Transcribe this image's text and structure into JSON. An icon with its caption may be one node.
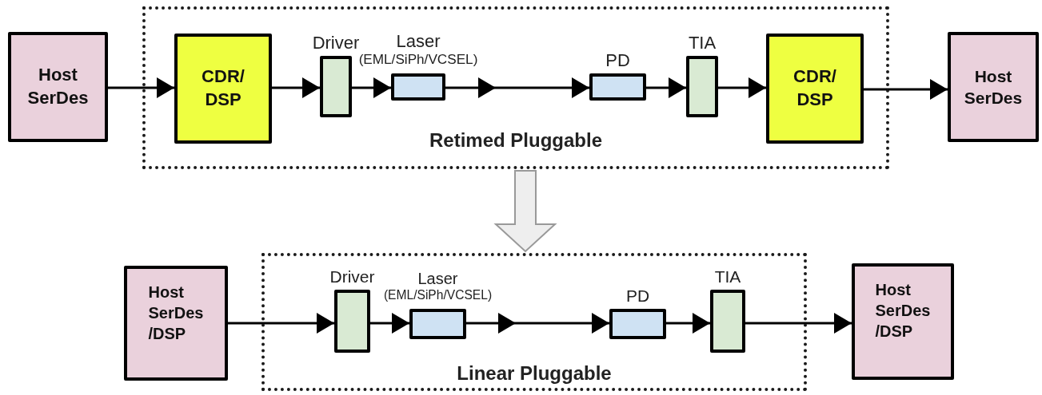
{
  "diagram": {
    "nodes": [
      {
        "text": [
          "Retimed Pluggable"
        ]
      },
      {
        "text": [
          "Host SerDes"
        ]
      },
      {
        "text": [
          "CDR/ DSP"
        ],
        "in": 0
      },
      {
        "text": [
          "Driver"
        ],
        "in": 0
      },
      {
        "text": [
          "Laser",
          "(EML/SiPh/VCSEL)"
        ],
        "in": 0
      },
      {
        "text": [
          "PD"
        ],
        "in": 0
      },
      {
        "text": [
          "TIA"
        ],
        "in": 0
      },
      {
        "text": [
          "CDR/ DSP"
        ],
        "in": 0
      },
      {
        "text": [
          "Host SerDes"
        ]
      },
      {
        "text": [
          "Linear Pluggable"
        ]
      },
      {
        "text": [
          "Host SerDes /DSP"
        ]
      },
      {
        "text": [
          "Driver"
        ],
        "in": 9
      },
      {
        "text": [
          "Laser",
          "(EML/SiPh/VCSEL)"
        ],
        "in": 9
      },
      {
        "text": [
          "PD"
        ],
        "in": 9
      },
      {
        "text": [
          "TIA"
        ],
        "in": 9
      },
      {
        "text": [
          "Host SerDes /DSP"
        ]
      }
    ],
    "edges": [
      {
        "from": 1,
        "to": 2,
        "arrow": "to"
      },
      {
        "from": 2,
        "to": 3,
        "arrow": "to"
      },
      {
        "from": 3,
        "to": 4,
        "arrow": "to"
      },
      {
        "from": 4,
        "to": 5,
        "arrow": "to"
      },
      {
        "from": 5,
        "to": 6,
        "arrow": "to"
      },
      {
        "from": 6,
        "to": 7,
        "arrow": "to"
      },
      {
        "from": 7,
        "to": 8,
        "arrow": "to"
      },
      {
        "from": 0,
        "to": 9,
        "arrow": "to",
        "style": "thick",
        "color": "#999999"
      },
      {
        "from": 10,
        "to": 11,
        "arrow": "to"
      },
      {
        "from": 11,
        "to": 12,
        "arrow": "to"
      },
      {
        "from": 12,
        "to": 13,
        "arrow": "to"
      },
      {
        "from": 13,
        "to": 14,
        "arrow": "to"
      },
      {
        "from": 14,
        "to": 15,
        "arrow": "to"
      }
    ]
  }
}
